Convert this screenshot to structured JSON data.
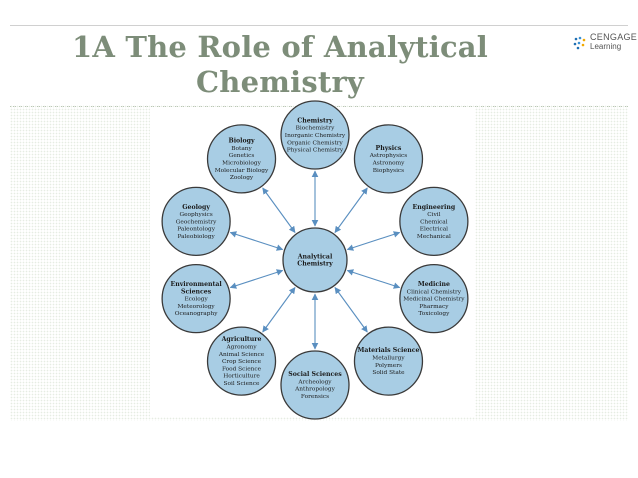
{
  "slide": {
    "title_line1": "1A The Role of Analytical",
    "title_line2": "Chemistry"
  },
  "brand": {
    "name": "CENGAGE",
    "sub": "Learning"
  },
  "colors": {
    "title": "#7d8d79",
    "node_fill": "#a8cde4",
    "node_stroke": "#3a3a3a",
    "arrow": "#5a8fc0"
  },
  "diagram": {
    "center": {
      "lines": [
        "Analytical",
        "Chemistry"
      ]
    },
    "nodes": [
      {
        "title": "Chemistry",
        "items": [
          "Biochemistry",
          "Inorganic Chemistry",
          "Organic Chemistry",
          "Physical Chemistry"
        ]
      },
      {
        "title": "Physics",
        "items": [
          "Astrophysics",
          "Astronomy",
          "Biophysics"
        ]
      },
      {
        "title": "Engineering",
        "items": [
          "Civil",
          "Chemical",
          "Electrical",
          "Mechanical"
        ]
      },
      {
        "title": "Medicine",
        "items": [
          "Clinical Chemistry",
          "Medicinal Chemistry",
          "Pharmacy",
          "Toxicology"
        ]
      },
      {
        "title": "Materials Science",
        "items": [
          "Metallurgy",
          "Polymers",
          "Solid State"
        ]
      },
      {
        "title": "Social Sciences",
        "items": [
          "Archeology",
          "Anthropology",
          "Forensics"
        ]
      },
      {
        "title": "Agriculture",
        "items": [
          "Agronomy",
          "Animal Science",
          "Crop Science",
          "Food Science",
          "Horticulture",
          "Soil Science"
        ]
      },
      {
        "title": "Environmental Sciences",
        "title_lines": [
          "Environmental",
          "Sciences"
        ],
        "items": [
          "Ecology",
          "Meteorology",
          "Oceanography"
        ]
      },
      {
        "title": "Geology",
        "items": [
          "Geophysics",
          "Geochemistry",
          "Paleontology",
          "Paleobiology"
        ]
      },
      {
        "title": "Biology",
        "items": [
          "Botany",
          "Genetics",
          "Microbiology",
          "Molecular Biology",
          "Zoology"
        ]
      }
    ]
  }
}
